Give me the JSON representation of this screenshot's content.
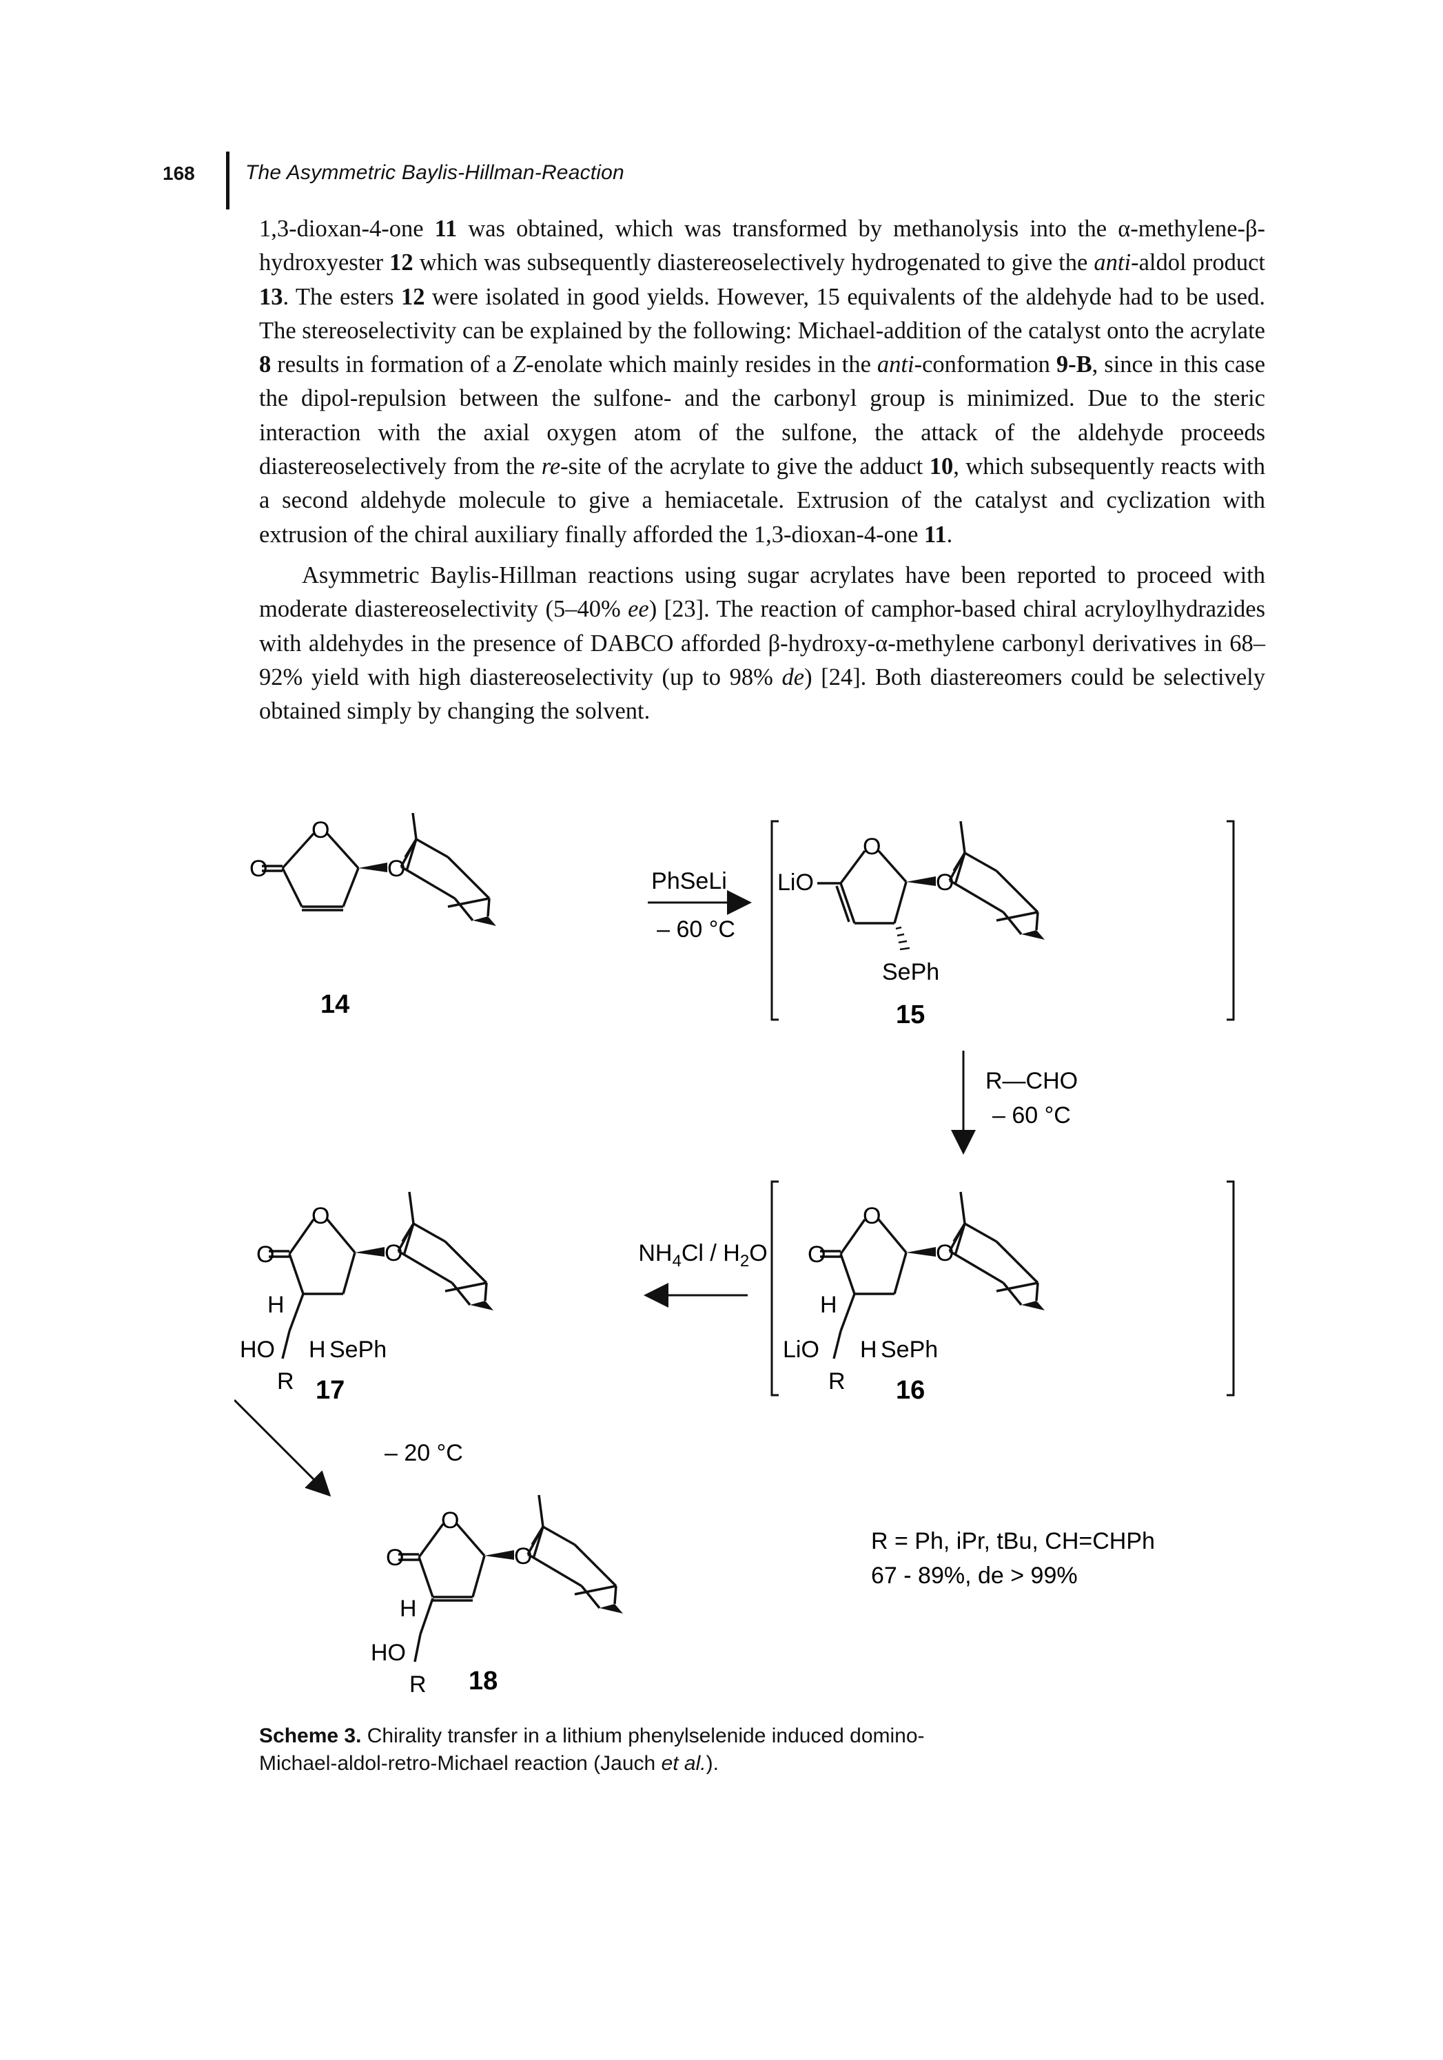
{
  "header": {
    "page_number": "168",
    "running_head": "The Asymmetric Baylis-Hillman-Reaction"
  },
  "body": {
    "p1": {
      "s1": "1,3-dioxan-4-one ",
      "c11a": "11",
      "s2": " was obtained, which was transformed by methanolysis into the α-methylene-β-hydroxyester ",
      "c12a": "12",
      "s3": " which was subsequently diastereoselectively hydrogenated to give the ",
      "anti1": "anti",
      "s4": "-aldol product ",
      "c13": "13",
      "s5": ". The esters ",
      "c12b": "12",
      "s6": " were isolated in good yields. However, 15 equivalents of the aldehyde had to be used. The stereoselectivity can be explained by the following: Michael-addition of the catalyst onto the acrylate ",
      "c8": "8",
      "s7": " results in formation of a ",
      "z": "Z",
      "s8": "-enolate which mainly resides in the ",
      "anti2": "anti",
      "s9": "-conformation ",
      "c9b": "9-B",
      "s10": ", since in this case the dipol-repulsion between the sulfone- and the carbonyl group is minimized. Due to the steric interaction with the axial oxygen atom of the sulfone, the attack of the aldehyde proceeds diastereoselectively from the ",
      "re": "re",
      "s11": "-site of the acrylate to give the adduct ",
      "c10": "10",
      "s12": ", which subsequently reacts with a second aldehyde molecule to give a hemiacetale. Extrusion of the catalyst and cyclization with extrusion of the chiral auxiliary finally afforded the 1,3-dioxan-4-one ",
      "c11b": "11",
      "s13": "."
    },
    "p2": {
      "s1": "Asymmetric Baylis-Hillman reactions using sugar acrylates have been reported to proceed with moderate diastereoselectivity (5–40% ",
      "ee": "ee",
      "s2": ") [23]. The reaction of camphor-based chiral acryloylhydrazides with aldehydes in the presence of DABCO afforded β-hydroxy-α-methylene carbonyl derivatives in 68–92% yield with high diastereoselectivity (up to 98% ",
      "de": "de",
      "s3": ") [24]. Both diastereomers could be selectively obtained simply by changing the solvent."
    }
  },
  "scheme": {
    "compounds": {
      "c14": "14",
      "c15": "15",
      "c16": "16",
      "c17": "17",
      "c18": "18"
    },
    "atoms": {
      "O": "O",
      "LiO": "LiO",
      "SePh": "SePh",
      "H": "H",
      "HO": "HO",
      "R": "R"
    },
    "step1": {
      "reagent": "PhSeLi",
      "conditions": "– 60 °C"
    },
    "step2": {
      "reagent": "R—CHO",
      "conditions": "– 60 °C"
    },
    "step3": {
      "reagent_main": "NH",
      "reagent_sub1": "4",
      "reagent_mid": "Cl / H",
      "reagent_sub2": "2",
      "reagent_end": "O"
    },
    "step4": {
      "conditions": "– 20 °C"
    },
    "r_groups_line": "R = Ph, iPr, tBu, CH=CHPh",
    "yield_line": "67 - 89%, de > 99%"
  },
  "caption": {
    "label": "Scheme 3.",
    "text_a": "Chirality transfer in a lithium phenylselenide induced domino-Michael-aldol-retro-Michael reaction (Jauch ",
    "etal": "et al.",
    "text_b": ")."
  }
}
